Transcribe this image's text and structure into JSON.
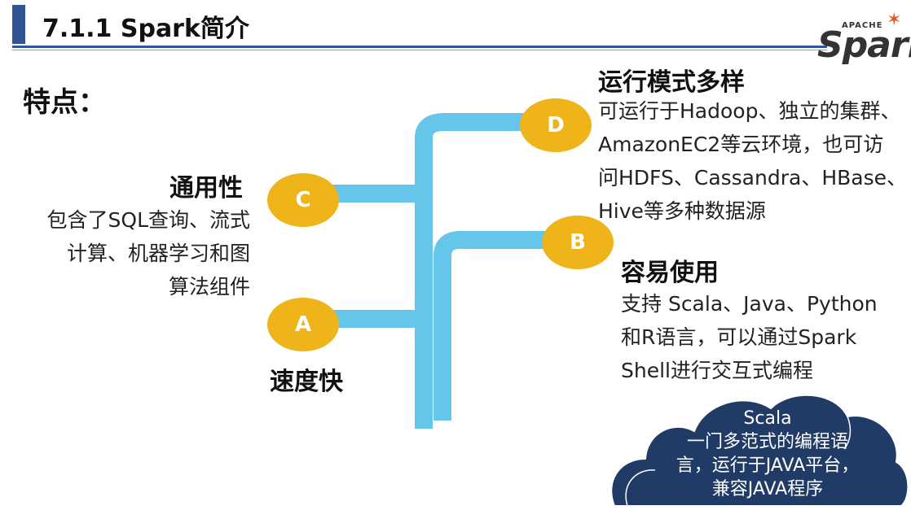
{
  "header": {
    "title": "7.1.1 Spark简介",
    "logo_small": "APACHE",
    "logo_word": "Spark"
  },
  "features_label": "特点：",
  "items": {
    "c": {
      "letter": "C",
      "heading": "通用性",
      "lines": [
        "包含了SQL查询、流式",
        "计算、机器学习和图",
        "算法组件"
      ]
    },
    "a": {
      "letter": "A",
      "heading": "速度快"
    },
    "d": {
      "letter": "D",
      "heading": "运行模式多样",
      "lines": [
        "可运行于Hadoop、独立的集群、",
        "AmazonEC2等云环境，也可访",
        "问HDFS、Cassandra、HBase、",
        "Hive等多种数据源"
      ]
    },
    "b": {
      "letter": "B",
      "heading": "容易使用",
      "lines": [
        "支持 Scala、Java、Python",
        "和R语言，可以通过Spark",
        "Shell进行交互式编程"
      ]
    }
  },
  "cloud": {
    "lines": [
      "Scala",
      "一门多范式的编程语",
      "言，运行于JAVA平台，",
      "兼容JAVA程序"
    ]
  },
  "colors": {
    "accent_blue": "#2f5597",
    "branch_blue": "#63c6ea",
    "circle_yellow": "#f0b41b",
    "cloud_navy": "#1f3b66",
    "logo_orange": "#e25a1c"
  }
}
